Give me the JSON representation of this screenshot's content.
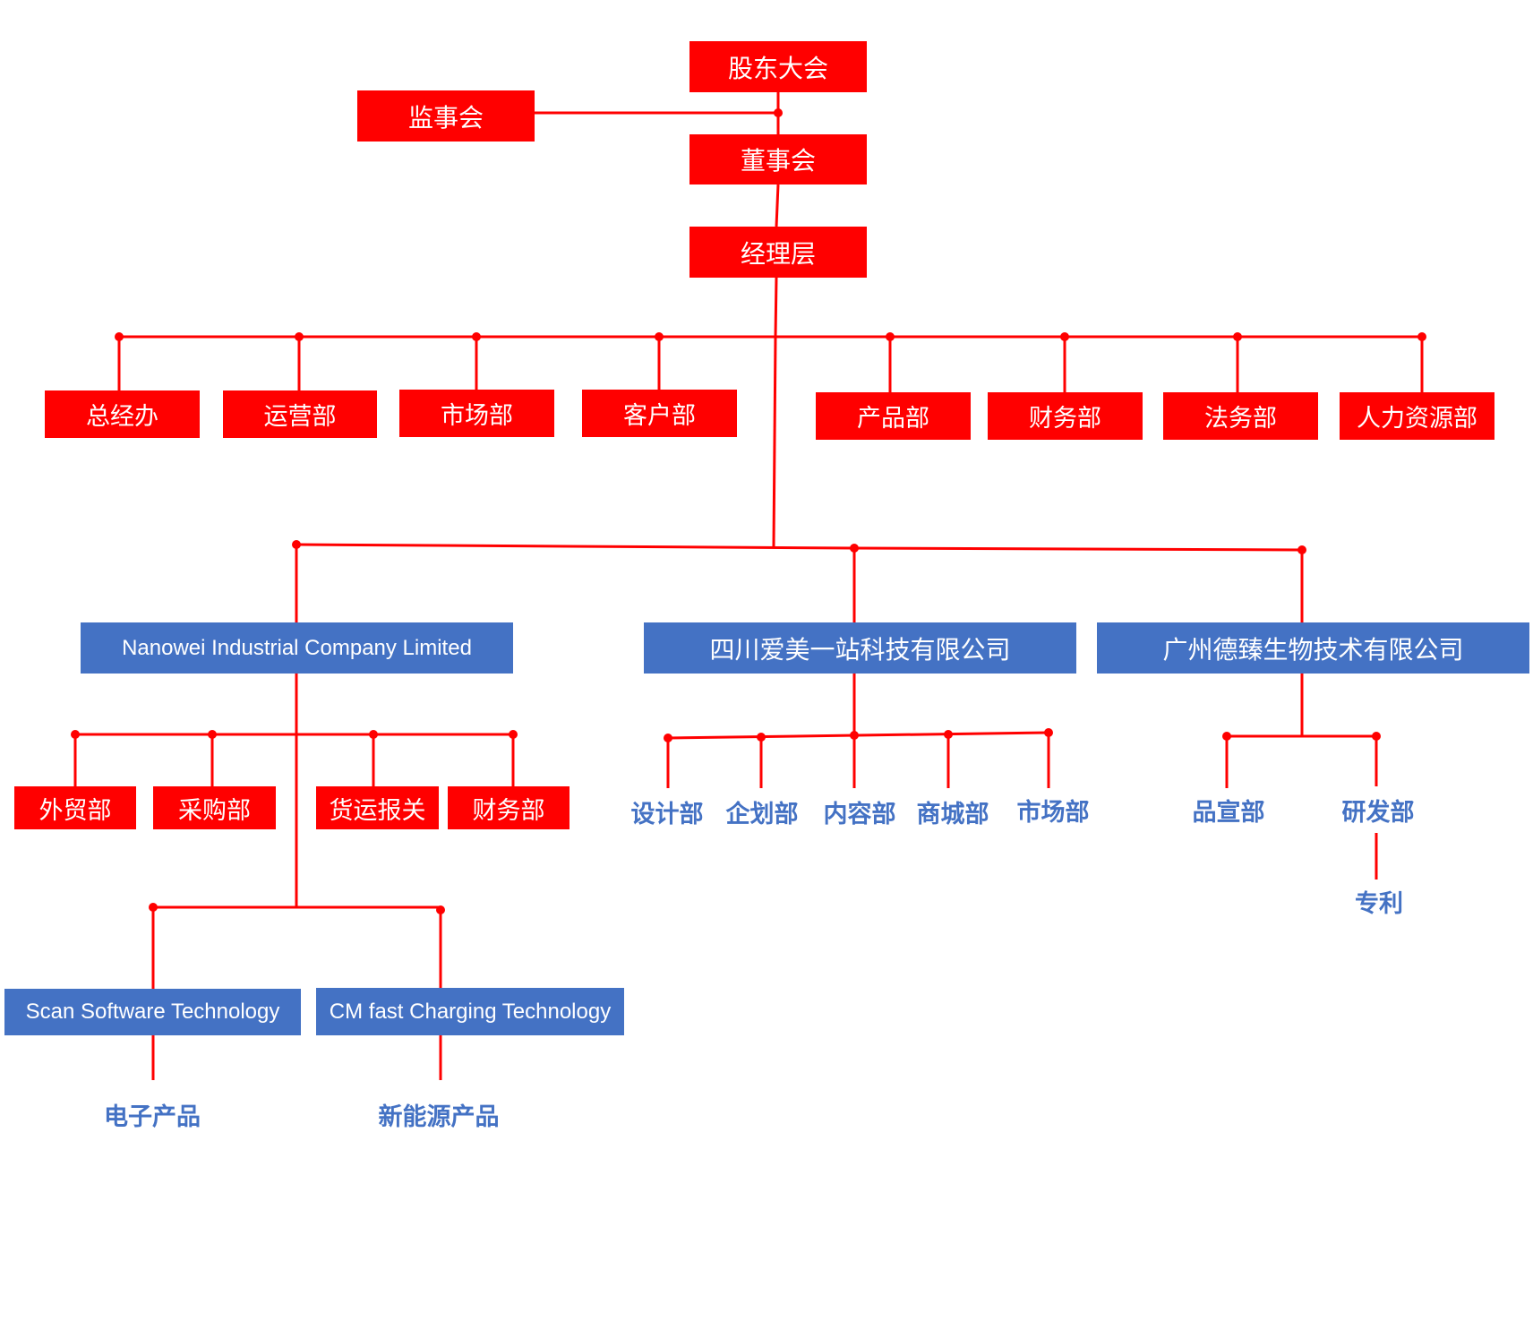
{
  "colors": {
    "connector": "#ff0000",
    "red_box": "#ff0000",
    "blue_box": "#4472c4",
    "blue_text": "#4472c4",
    "box_text": "#ffffff"
  },
  "top": {
    "shareholders": "股东大会",
    "supervisors": "监事会",
    "board": "董事会",
    "management": "经理层"
  },
  "departments": [
    "总经办",
    "运营部",
    "市场部",
    "客户部",
    "产品部",
    "财务部",
    "法务部",
    "人力资源部"
  ],
  "companies": [
    {
      "name": "Nanowei Industrial Company  Limited",
      "departments": [
        "外贸部",
        "采购部",
        "货运报关",
        "财务部"
      ],
      "divisions": [
        {
          "name": "Scan Software Technology",
          "product": "电子产品"
        },
        {
          "name": "CM fast Charging Technology",
          "product": "新能源产品"
        }
      ]
    },
    {
      "name": "四川爱美一站科技有限公司",
      "departments": [
        "设计部",
        "企划部",
        "内容部",
        "商城部",
        "市场部"
      ]
    },
    {
      "name": "广州德臻生物技术有限公司",
      "departments": [
        "品宣部",
        "研发部"
      ],
      "sub_item": "专利"
    }
  ]
}
